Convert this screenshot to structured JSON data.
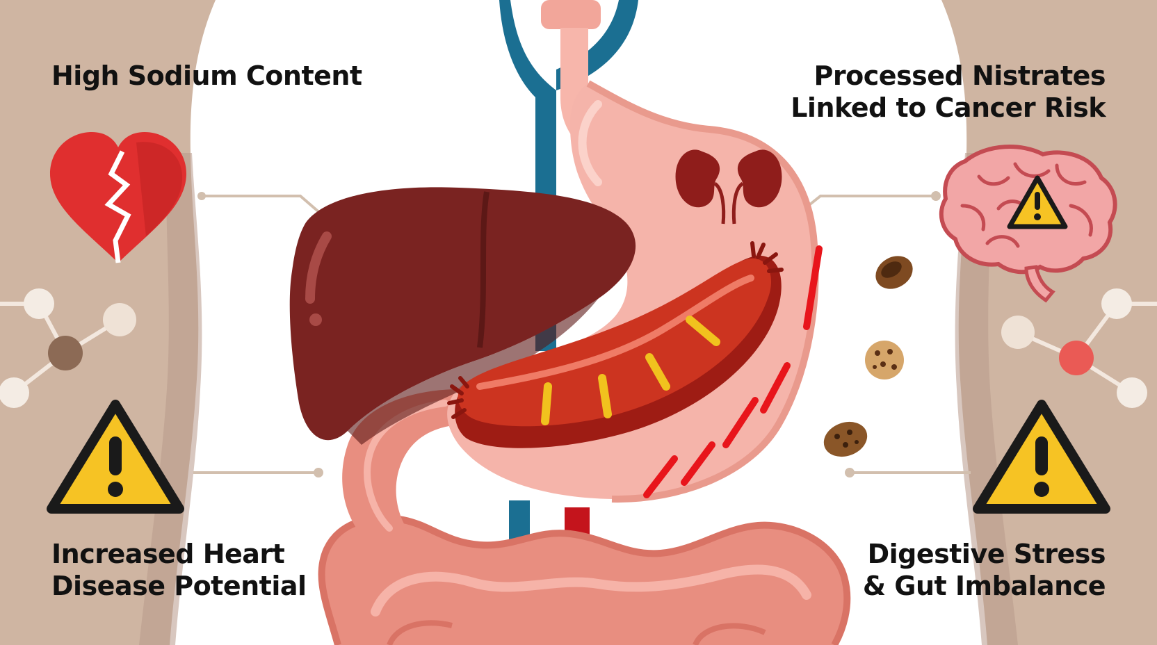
{
  "labels": {
    "top_left": [
      "High Sodium Content"
    ],
    "top_right": [
      "Processed Nistrates",
      "Linked to Cancer Risk"
    ],
    "bottom_left": [
      "Increased Heart",
      "Disease Potential"
    ],
    "bottom_right": [
      "Digestive Stress",
      "& Gut Imbalance"
    ]
  },
  "icons": {
    "top_left": "broken-heart-icon",
    "top_right": "brain-warning-icon",
    "middle_left": "warning-icon",
    "middle_right": "warning-icon",
    "center": [
      "liver",
      "stomach",
      "sausage",
      "kidneys",
      "intestines",
      "blood-vessels",
      "esophagus"
    ]
  },
  "colors": {
    "background_side": "#cfb5a2",
    "background_center": "#ffffff",
    "warning_yellow": "#f6c324",
    "heart_red": "#e02f2f",
    "liver": "#7a2321",
    "stomach": "#f5b4aa",
    "sausage": "#c9321f",
    "intestine": "#e88e80",
    "vein_blue": "#1b6f92"
  }
}
